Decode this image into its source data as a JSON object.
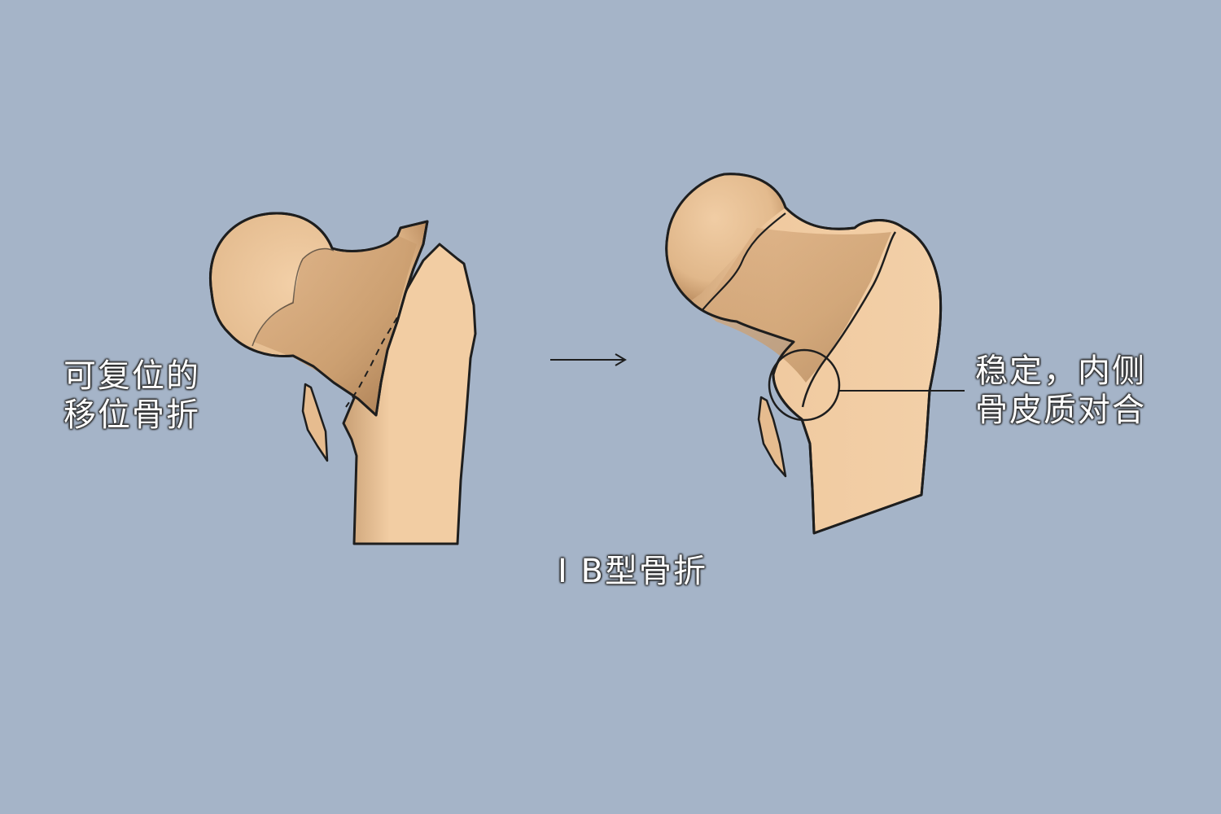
{
  "labels": {
    "left_line1": "可复位的",
    "left_line2": "移位骨折",
    "right_line1": "稳定，内侧",
    "right_line2": "骨皮质对合",
    "caption": "I B型骨折"
  },
  "colors": {
    "background": "#a5b4c8",
    "bone_light": "#f2cda3",
    "bone_shadow": "#c49a6c",
    "outline": "#1e1e1e",
    "text": "#ffffff"
  }
}
